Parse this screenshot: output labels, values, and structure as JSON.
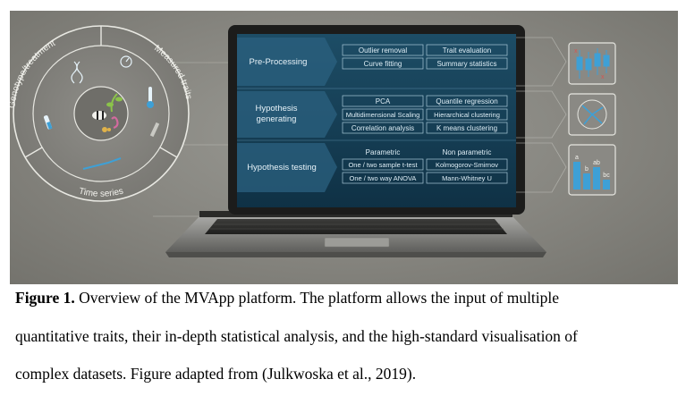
{
  "figure": {
    "circle": {
      "segments": [
        "Genotype/treatment",
        "Measured traits",
        "Time series"
      ]
    },
    "panels": [
      {
        "title": "Pre-Processing",
        "methods": [
          "Outlier removal",
          "Trait evaluation",
          "Curve fitting",
          "Summary statistics"
        ]
      },
      {
        "title": "Hypothesis generating",
        "methods": [
          "PCA",
          "Quantile regression",
          "Multidimensional Scaling",
          "Hierarchical clustering",
          "Correlation analysis",
          "K means clustering"
        ]
      },
      {
        "title": "Hypothesis testing",
        "headers": [
          "Parametric",
          "Non parametric"
        ],
        "methods": [
          "One / two sample t-test",
          "Kolmogorov-Smirnov",
          "One / two way ANOVA",
          "Mann-Whitney U"
        ]
      }
    ],
    "bar_labels": [
      "a",
      "b",
      "ab",
      "bc"
    ],
    "colors": {
      "screen": "#163e53",
      "accent": "#3ea0d6",
      "box_border": "#a8c8d8"
    }
  },
  "caption": {
    "label": "Figure 1.",
    "line1": " Overview of the MVApp platform. The platform allows the input of multiple",
    "line2": "quantitative traits, their in-depth statistical analysis, and the high-standard visualisation of",
    "line3": "complex datasets. Figure adapted from (Julkwoska et al., 2019)."
  }
}
